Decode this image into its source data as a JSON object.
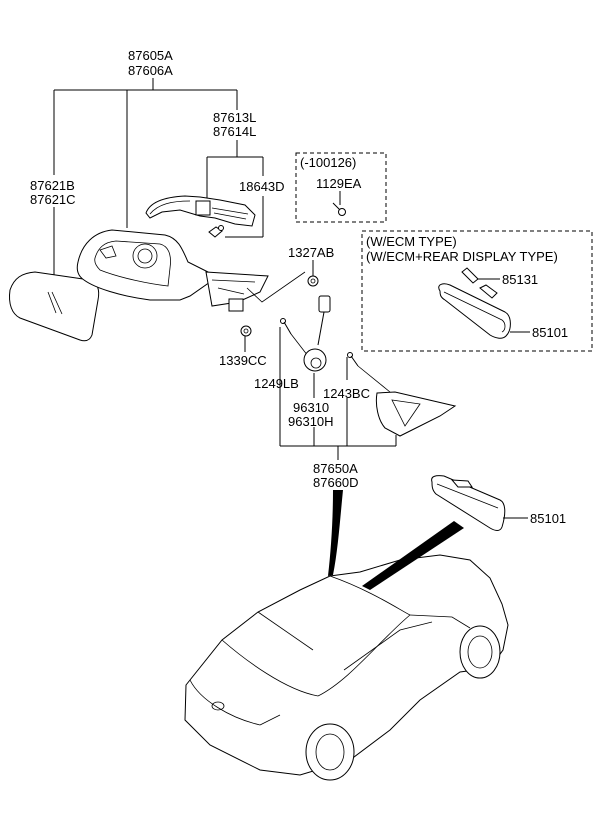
{
  "diagram": {
    "type": "parts-exploded-view",
    "labels": {
      "outside_mirror_assy": [
        "87605A",
        "87606A"
      ],
      "mirror_glass": [
        "87621B",
        "87621C"
      ],
      "side_repeater_lamp": [
        "87613L",
        "87614L"
      ],
      "bulb": "18643D",
      "screw_boxed_note": "(-100126)",
      "screw_boxed_part": "1129EA",
      "nut_top": "1327AB",
      "nut_bottom": "1339CC",
      "screw_left": "1249LB",
      "screw_right": "1243BC",
      "sensor": [
        "96310",
        "96310H"
      ],
      "inside_cover_assy": [
        "87650A",
        "87660D"
      ],
      "ecm_note_1": "(W/ECM TYPE)",
      "ecm_note_2": "(W/ECM+REAR DISPLAY TYPE)",
      "ecm_bracket": "85131",
      "ecm_mirror": "85101",
      "inside_mirror": "85101"
    }
  }
}
